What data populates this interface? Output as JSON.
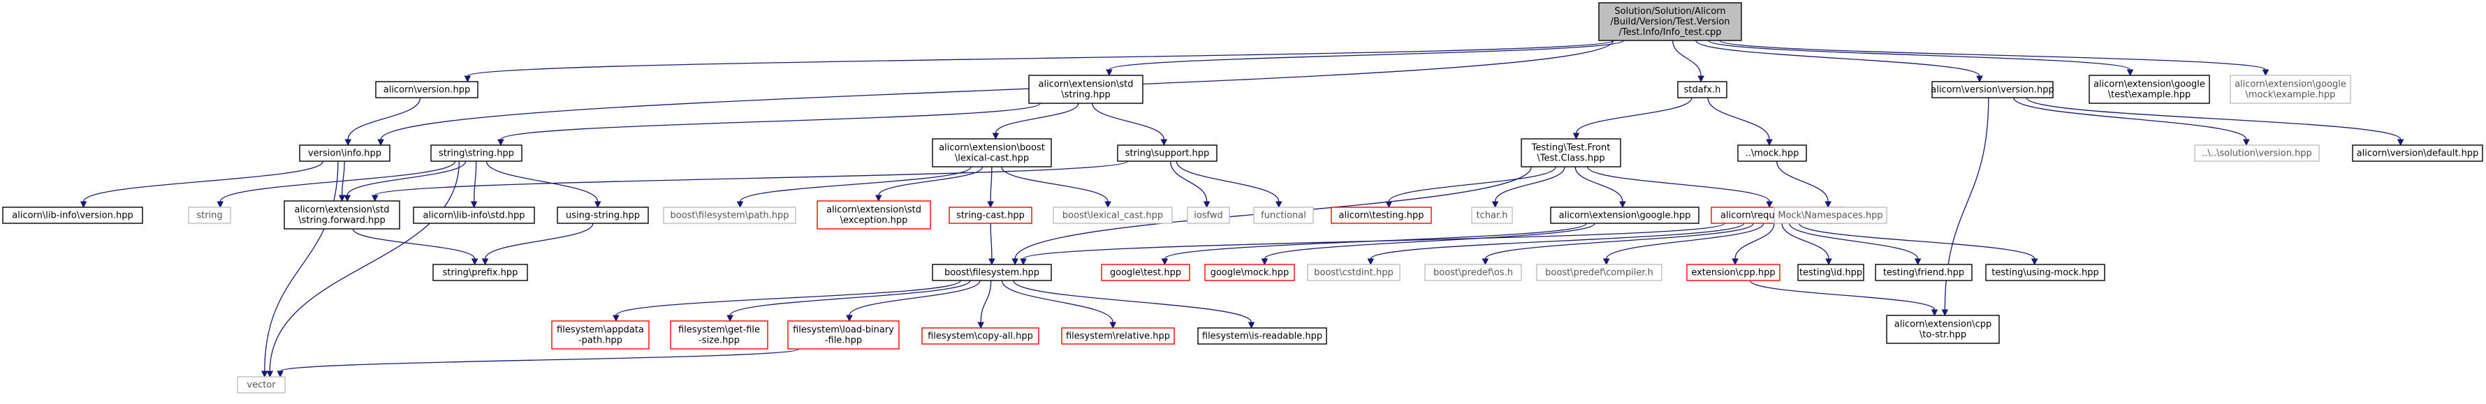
{
  "graph": {
    "colors": {
      "edge": "#191970",
      "normal_border": "#000000",
      "missing_border": "#ff0000",
      "external_border": "#bfbfbf",
      "root_fill": "#bfbfbf",
      "fill": "#ffffff"
    },
    "nodes": [
      {
        "id": "root",
        "style": "root",
        "lines": [
          "Solution/Solution/Alicorn",
          "/Build/Version/Test.Version",
          "/Test.Info/Info_test.cpp"
        ]
      },
      {
        "id": "alicorn_version_hpp",
        "style": "normal",
        "lines": [
          "alicorn\\version.hpp"
        ]
      },
      {
        "id": "ext_std_string",
        "style": "normal",
        "lines": [
          "alicorn\\extension\\std",
          "\\string.hpp"
        ]
      },
      {
        "id": "stdafx",
        "style": "normal",
        "lines": [
          "stdafx.h"
        ]
      },
      {
        "id": "alicorn_version_version",
        "style": "normal",
        "lines": [
          "alicorn\\version\\version.hpp"
        ]
      },
      {
        "id": "google_test_example",
        "style": "normal",
        "lines": [
          "alicorn\\extension\\google",
          "\\test\\example.hpp"
        ]
      },
      {
        "id": "google_mock_example",
        "style": "external",
        "lines": [
          "alicorn\\extension\\google",
          "\\mock\\example.hpp"
        ]
      },
      {
        "id": "version_info",
        "style": "normal",
        "lines": [
          "version\\info.hpp"
        ]
      },
      {
        "id": "string_string",
        "style": "normal",
        "lines": [
          "string\\string.hpp"
        ]
      },
      {
        "id": "boost_lexical",
        "style": "normal",
        "lines": [
          "alicorn\\extension\\boost",
          "\\lexical-cast.hpp"
        ]
      },
      {
        "id": "string_support",
        "style": "normal",
        "lines": [
          "string\\support.hpp"
        ]
      },
      {
        "id": "testing_front",
        "style": "normal",
        "lines": [
          "Testing\\Test.Front",
          "\\Test.Class.hpp"
        ]
      },
      {
        "id": "mock_hpp",
        "style": "normal",
        "lines": [
          "..\\mock.hpp"
        ]
      },
      {
        "id": "solution_version",
        "style": "external",
        "lines": [
          "..\\..\\solution\\version.hpp"
        ]
      },
      {
        "id": "version_default",
        "style": "normal",
        "lines": [
          "alicorn\\version\\default.hpp"
        ]
      },
      {
        "id": "lib_info_version",
        "style": "normal",
        "lines": [
          "alicorn\\lib-info\\version.hpp"
        ]
      },
      {
        "id": "string_ext",
        "style": "external",
        "lines": [
          "string"
        ]
      },
      {
        "id": "string_forward",
        "style": "normal",
        "lines": [
          "alicorn\\extension\\std",
          "\\string.forward.hpp"
        ]
      },
      {
        "id": "lib_info_std",
        "style": "normal",
        "lines": [
          "alicorn\\lib-info\\std.hpp"
        ]
      },
      {
        "id": "using_string",
        "style": "normal",
        "lines": [
          "using-string.hpp"
        ]
      },
      {
        "id": "boost_filesystem_path",
        "style": "external",
        "lines": [
          "boost\\filesystem\\path.hpp"
        ]
      },
      {
        "id": "std_exception",
        "style": "missing",
        "lines": [
          "alicorn\\extension\\std",
          "\\exception.hpp"
        ]
      },
      {
        "id": "string_cast",
        "style": "missing",
        "lines": [
          "string-cast.hpp"
        ]
      },
      {
        "id": "boost_lexical_cast",
        "style": "external",
        "lines": [
          "boost\\lexical_cast.hpp"
        ]
      },
      {
        "id": "iosfwd",
        "style": "external",
        "lines": [
          "iosfwd"
        ]
      },
      {
        "id": "functional",
        "style": "external",
        "lines": [
          "functional"
        ]
      },
      {
        "id": "alicorn_testing",
        "style": "missing",
        "lines": [
          "alicorn\\testing.hpp"
        ]
      },
      {
        "id": "tchar",
        "style": "external",
        "lines": [
          "tchar.h"
        ]
      },
      {
        "id": "ext_google",
        "style": "normal",
        "lines": [
          "alicorn\\extension\\google.hpp"
        ]
      },
      {
        "id": "requirements",
        "style": "missing",
        "lines": [
          "alicorn\\requirements.hpp"
        ]
      },
      {
        "id": "mock_namespaces",
        "style": "external",
        "lines": [
          "Mock\\Namespaces.hpp"
        ]
      },
      {
        "id": "string_prefix",
        "style": "normal",
        "lines": [
          "string\\prefix.hpp"
        ]
      },
      {
        "id": "boost_filesystem",
        "style": "normal",
        "lines": [
          "boost\\filesystem.hpp"
        ]
      },
      {
        "id": "google_test",
        "style": "missing",
        "lines": [
          "google\\test.hpp"
        ]
      },
      {
        "id": "google_mock",
        "style": "missing",
        "lines": [
          "google\\mock.hpp"
        ]
      },
      {
        "id": "boost_cstdint",
        "style": "external",
        "lines": [
          "boost\\cstdint.hpp"
        ]
      },
      {
        "id": "boost_predef_os",
        "style": "external",
        "lines": [
          "boost\\predef\\os.h"
        ]
      },
      {
        "id": "boost_predef_compiler",
        "style": "external",
        "lines": [
          "boost\\predef\\compiler.h"
        ]
      },
      {
        "id": "extension_cpp",
        "style": "missing",
        "lines": [
          "extension\\cpp.hpp"
        ]
      },
      {
        "id": "testing_id",
        "style": "normal",
        "lines": [
          "testing\\id.hpp"
        ]
      },
      {
        "id": "testing_friend",
        "style": "normal",
        "lines": [
          "testing\\friend.hpp"
        ]
      },
      {
        "id": "testing_using_mock",
        "style": "normal",
        "lines": [
          "testing\\using-mock.hpp"
        ]
      },
      {
        "id": "fs_appdata",
        "style": "missing",
        "lines": [
          "filesystem\\appdata",
          "-path.hpp"
        ]
      },
      {
        "id": "fs_get_file_size",
        "style": "missing",
        "lines": [
          "filesystem\\get-file",
          "-size.hpp"
        ]
      },
      {
        "id": "fs_load_binary",
        "style": "missing",
        "lines": [
          "filesystem\\load-binary",
          "-file.hpp"
        ]
      },
      {
        "id": "fs_copy_all",
        "style": "missing",
        "lines": [
          "filesystem\\copy-all.hpp"
        ]
      },
      {
        "id": "fs_relative",
        "style": "missing",
        "lines": [
          "filesystem\\relative.hpp"
        ]
      },
      {
        "id": "fs_is_readable",
        "style": "normal",
        "lines": [
          "filesystem\\is-readable.hpp"
        ]
      },
      {
        "id": "cpp_to_str",
        "style": "normal",
        "lines": [
          "alicorn\\extension\\cpp",
          "\\to-str.hpp"
        ]
      },
      {
        "id": "vector",
        "style": "external",
        "lines": [
          "vector"
        ]
      }
    ],
    "edges": [
      [
        "root",
        "alicorn_version_hpp"
      ],
      [
        "root",
        "ext_std_string"
      ],
      [
        "root",
        "stdafx"
      ],
      [
        "root",
        "alicorn_version_version"
      ],
      [
        "root",
        "google_test_example"
      ],
      [
        "root",
        "google_mock_example"
      ],
      [
        "root",
        "version_info"
      ],
      [
        "alicorn_version_hpp",
        "version_info"
      ],
      [
        "version_info",
        "lib_info_version"
      ],
      [
        "version_info",
        "string_forward"
      ],
      [
        "version_info",
        "vector"
      ],
      [
        "ext_std_string",
        "string_string"
      ],
      [
        "ext_std_string",
        "boost_lexical"
      ],
      [
        "ext_std_string",
        "string_support"
      ],
      [
        "string_string",
        "string_ext"
      ],
      [
        "string_string",
        "string_forward"
      ],
      [
        "string_string",
        "lib_info_std"
      ],
      [
        "string_string",
        "using_string"
      ],
      [
        "string_string",
        "vector"
      ],
      [
        "using_string",
        "string_prefix"
      ],
      [
        "string_forward",
        "string_prefix"
      ],
      [
        "boost_lexical",
        "boost_filesystem_path"
      ],
      [
        "boost_lexical",
        "std_exception"
      ],
      [
        "boost_lexical",
        "string_cast"
      ],
      [
        "boost_lexical",
        "boost_lexical_cast"
      ],
      [
        "string_cast",
        "boost_filesystem"
      ],
      [
        "string_support",
        "string_forward"
      ],
      [
        "string_support",
        "iosfwd"
      ],
      [
        "string_support",
        "functional"
      ],
      [
        "stdafx",
        "testing_front"
      ],
      [
        "stdafx",
        "mock_hpp"
      ],
      [
        "testing_front",
        "alicorn_testing"
      ],
      [
        "testing_front",
        "tchar"
      ],
      [
        "testing_front",
        "ext_google"
      ],
      [
        "testing_front",
        "requirements"
      ],
      [
        "testing_front",
        "boost_filesystem"
      ],
      [
        "mock_hpp",
        "mock_namespaces"
      ],
      [
        "ext_google",
        "google_test"
      ],
      [
        "ext_google",
        "google_mock"
      ],
      [
        "requirements",
        "boost_filesystem"
      ],
      [
        "requirements",
        "boost_cstdint"
      ],
      [
        "requirements",
        "boost_predef_os"
      ],
      [
        "requirements",
        "boost_predef_compiler"
      ],
      [
        "requirements",
        "extension_cpp"
      ],
      [
        "requirements",
        "testing_id"
      ],
      [
        "requirements",
        "testing_friend"
      ],
      [
        "requirements",
        "testing_using_mock"
      ],
      [
        "extension_cpp",
        "cpp_to_str"
      ],
      [
        "alicorn_version_version",
        "solution_version"
      ],
      [
        "alicorn_version_version",
        "version_default"
      ],
      [
        "alicorn_version_version",
        "cpp_to_str"
      ],
      [
        "boost_filesystem",
        "fs_appdata"
      ],
      [
        "boost_filesystem",
        "fs_get_file_size"
      ],
      [
        "boost_filesystem",
        "fs_load_binary"
      ],
      [
        "boost_filesystem",
        "fs_copy_all"
      ],
      [
        "boost_filesystem",
        "fs_relative"
      ],
      [
        "boost_filesystem",
        "fs_is_readable"
      ],
      [
        "fs_load_binary",
        "vector"
      ]
    ]
  }
}
